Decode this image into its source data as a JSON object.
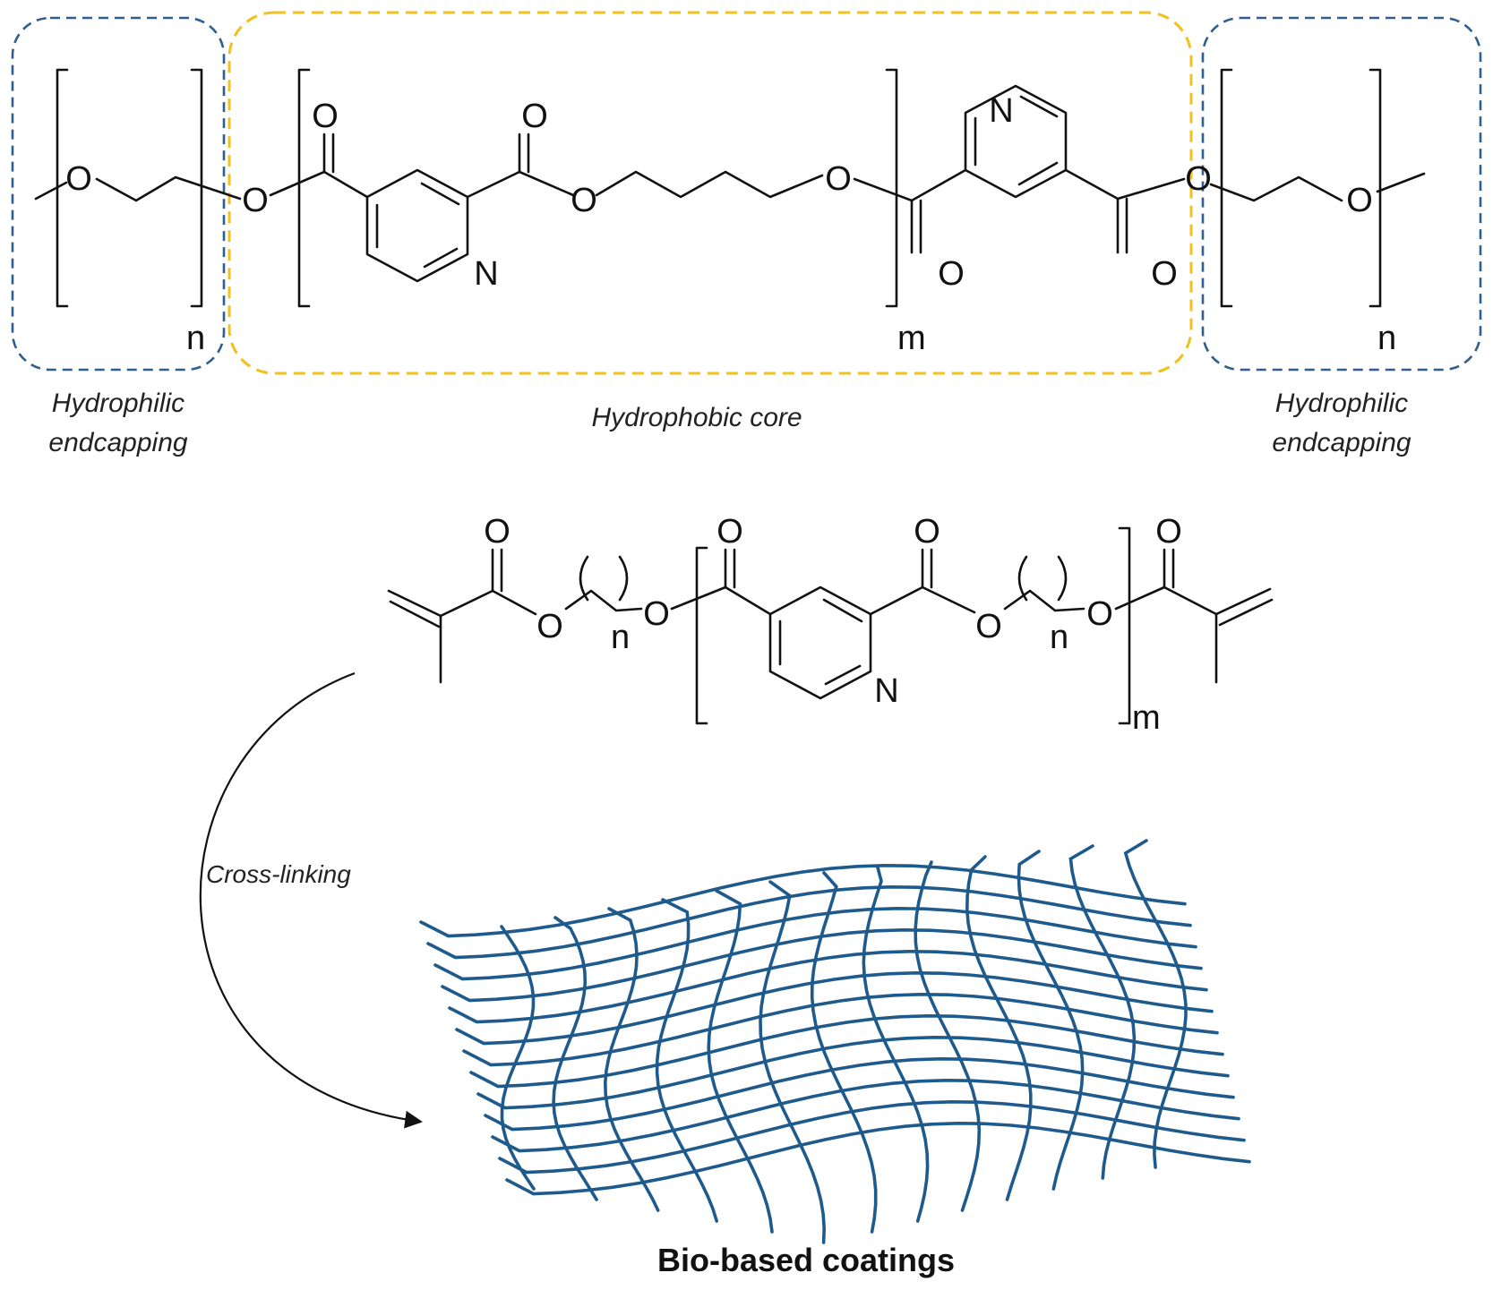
{
  "labels": {
    "hydrophilic_left": [
      "Hydrophilic",
      "endcapping"
    ],
    "hydrophobic_core": "Hydrophobic core",
    "hydrophilic_right": [
      "Hydrophilic",
      "endcapping"
    ],
    "cross_linking": "Cross-linking",
    "caption": "Bio-based coatings"
  },
  "atoms": {
    "oxygen": "O",
    "nitrogen": "N"
  },
  "subscripts": {
    "n": "n",
    "m": "m"
  },
  "colors": {
    "hydrophilic_box": "#2f5f8f",
    "hydrophobic_box": "#f2c11d",
    "network": "#1f5a8c",
    "bond": "#111111"
  }
}
